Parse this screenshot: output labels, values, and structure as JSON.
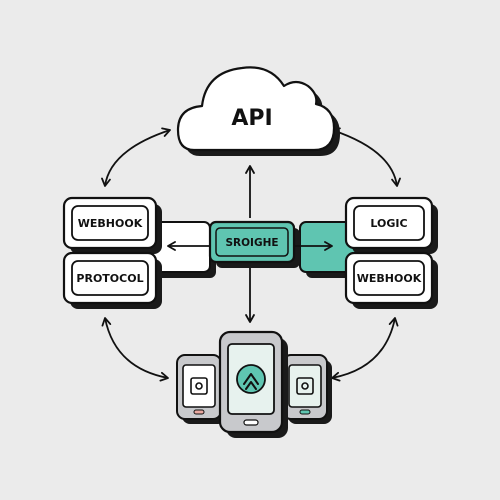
{
  "nodes": {
    "api": {
      "label": "API"
    },
    "center": {
      "label": "SROIGHE"
    },
    "left_top": {
      "label": "WEBHOOK"
    },
    "left_bottom": {
      "label": "PROTOCOL"
    },
    "right_top": {
      "label": "LOGIC"
    },
    "right_bottom": {
      "label": "WEBHOOK"
    }
  },
  "colors": {
    "background": "#ebebeb",
    "accent": "#5fc5b1",
    "outline": "#111111",
    "shadow": "#1a1a1a",
    "box_fill": "#ffffff",
    "device_frame": "#c8c9cc",
    "phone_screen": "#e7f2ee"
  },
  "icons": {
    "cloud": "cloud-icon",
    "devices": "mobile-devices-icon",
    "upload": "upload-arrow-icon"
  }
}
